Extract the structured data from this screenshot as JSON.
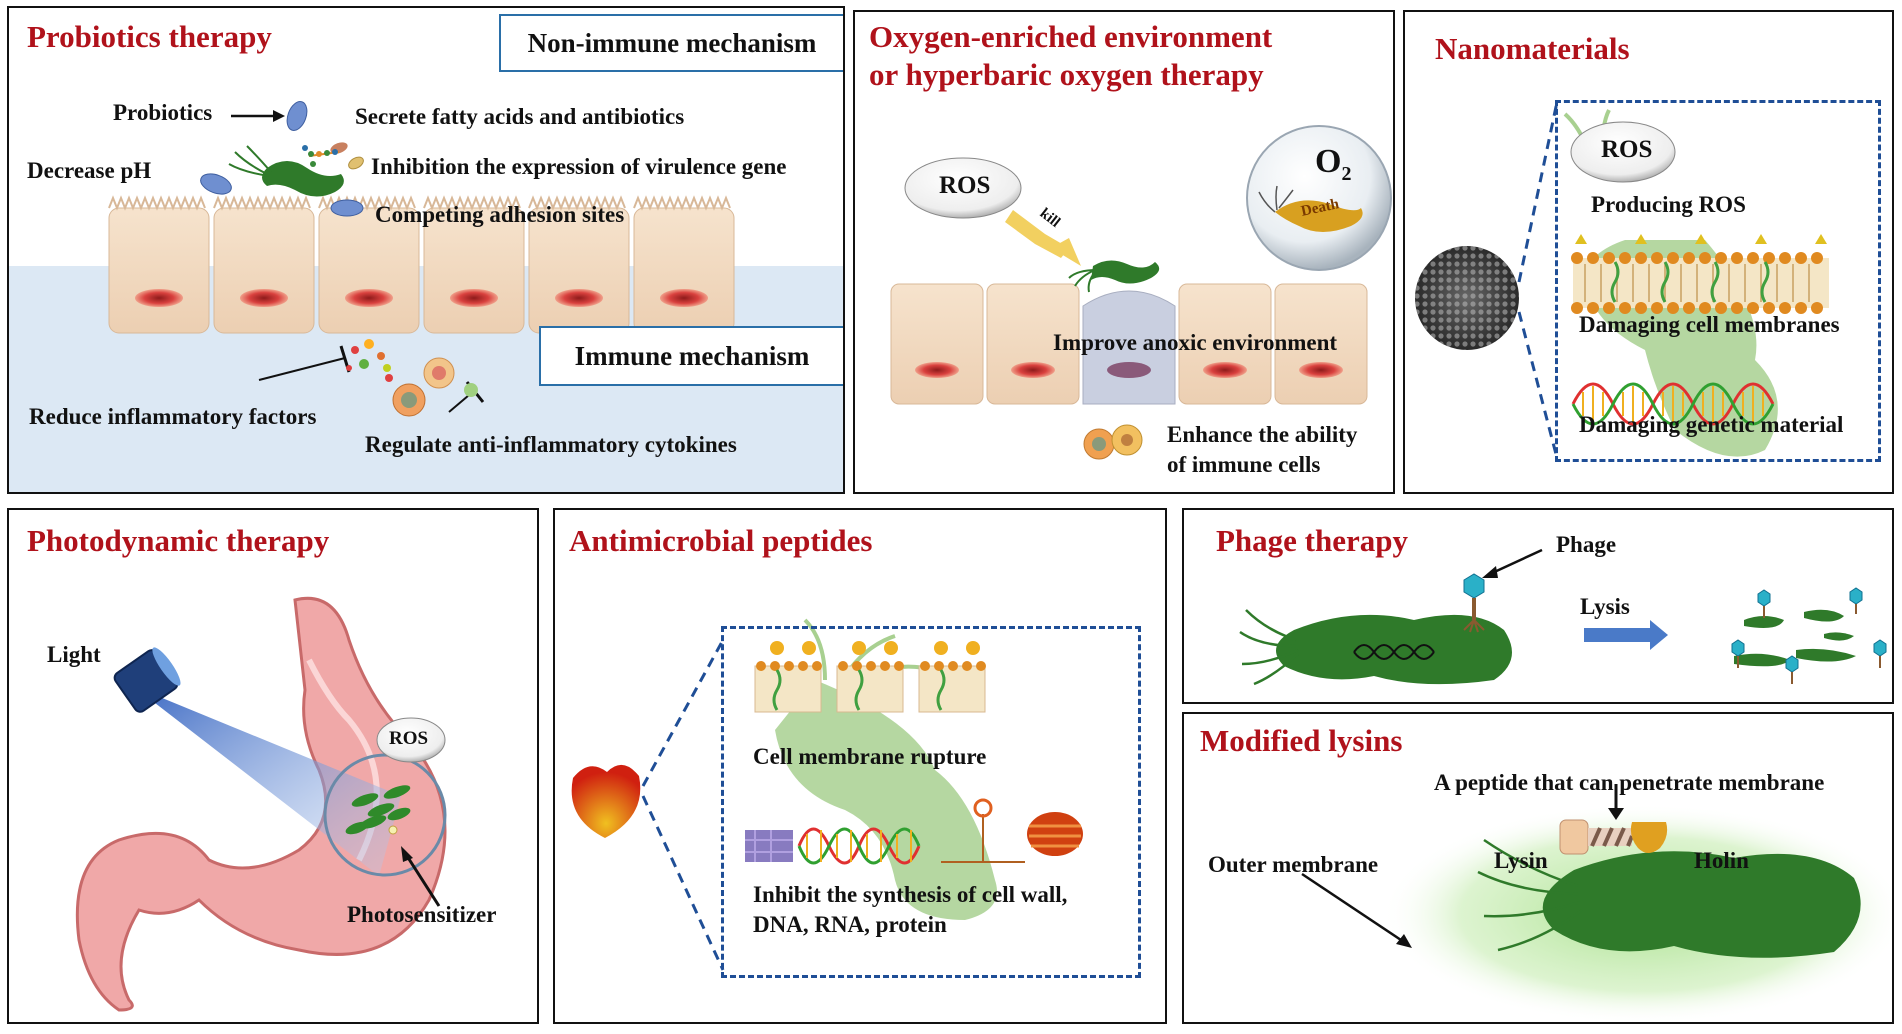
{
  "probiotics": {
    "title": "Probiotics therapy",
    "non_immune_label": "Non-immune mechanism",
    "immune_label": "Immune mechanism",
    "probiotics_label": "Probiotics",
    "decrease_ph": "Decrease pH",
    "secrete": "Secrete fatty acids and antibiotics",
    "inhibition": "Inhibition the expression of virulence gene",
    "competing": "Competing adhesion sites",
    "reduce": "Reduce inflammatory factors",
    "regulate": "Regulate anti-inflammatory cytokines"
  },
  "oxygen": {
    "title_line1": "Oxygen-enriched environment",
    "title_line2": "or hyperbaric oxygen therapy",
    "ros": "ROS",
    "kill": "kill",
    "death": "Death",
    "o2": "O",
    "o2_sub": "2",
    "improve": "Improve anoxic environment",
    "enhance_line1": "Enhance the ability",
    "enhance_line2": "of immune cells"
  },
  "nano": {
    "title": "Nanomaterials",
    "ros": "ROS",
    "producing": "Producing ROS",
    "damaging_membranes": "Damaging cell membranes",
    "damaging_genetic": "Damaging genetic material"
  },
  "pdt": {
    "title": "Photodynamic therapy",
    "light": "Light",
    "ros": "ROS",
    "photosensitizer": "Photosensitizer"
  },
  "amp": {
    "title": "Antimicrobial peptides",
    "rupture": "Cell membrane rupture",
    "inhibit_line1": "Inhibit the synthesis of cell wall,",
    "inhibit_line2": "DNA, RNA, protein"
  },
  "phage": {
    "title": "Phage therapy",
    "phage": "Phage",
    "lysis": "Lysis"
  },
  "lysins": {
    "title": "Modified lysins",
    "peptide": "A peptide that can penetrate membrane",
    "outer": "Outer membrane",
    "lysin": "Lysin",
    "holin": "Holin"
  },
  "colors": {
    "title_red": "#b0121b",
    "bacteria_green": "#2f7a2a",
    "box_blue": "#2a6fa8",
    "dash_blue": "#1f4e96"
  }
}
